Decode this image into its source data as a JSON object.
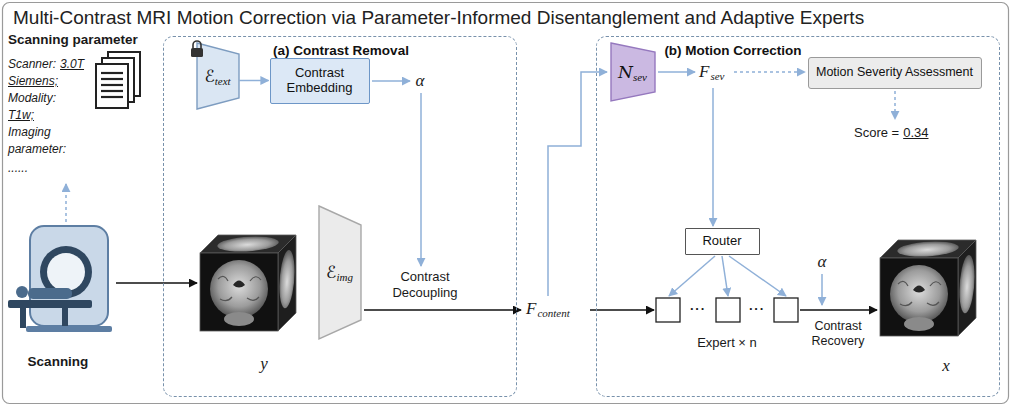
{
  "diagram": {
    "title": "Multi-Contrast MRI Motion Correction via Parameter-Informed Disentanglement and Adaptive Experts",
    "nodes": [
      {
        "text": [
          "(a) Contrast Removal"
        ]
      },
      {
        "text": [
          "ℰ",
          "text"
        ],
        "in": 0
      },
      {
        "text": [
          "Contrast Embedding"
        ],
        "in": 0
      },
      {
        "text": [
          "ℰ",
          "img"
        ],
        "in": 0
      },
      {
        "text": [
          "(b) Motion Correction"
        ]
      },
      {
        "text": [
          "N",
          "sev"
        ],
        "in": 4
      },
      {
        "text": [
          "Motion Severity Assessment"
        ],
        "in": 4
      },
      {
        "text": [
          "Router"
        ],
        "in": 4
      }
    ],
    "edges": [
      {
        "from": 1,
        "to": 2,
        "arrow": "to"
      }
    ],
    "labels": [
      "Scanning parameter",
      "Scanner:",
      "3.0T",
      "Siemens;",
      "Modality:",
      "T1w;",
      "Imaging parameter:",
      "......",
      "Scanning",
      "α",
      "Contrast Decoupling",
      "y",
      "F",
      "content",
      "F",
      "sev",
      "Score =",
      "0.34",
      "···",
      "···",
      "Expert × n",
      "α",
      "Contrast Recovery",
      "x"
    ]
  }
}
